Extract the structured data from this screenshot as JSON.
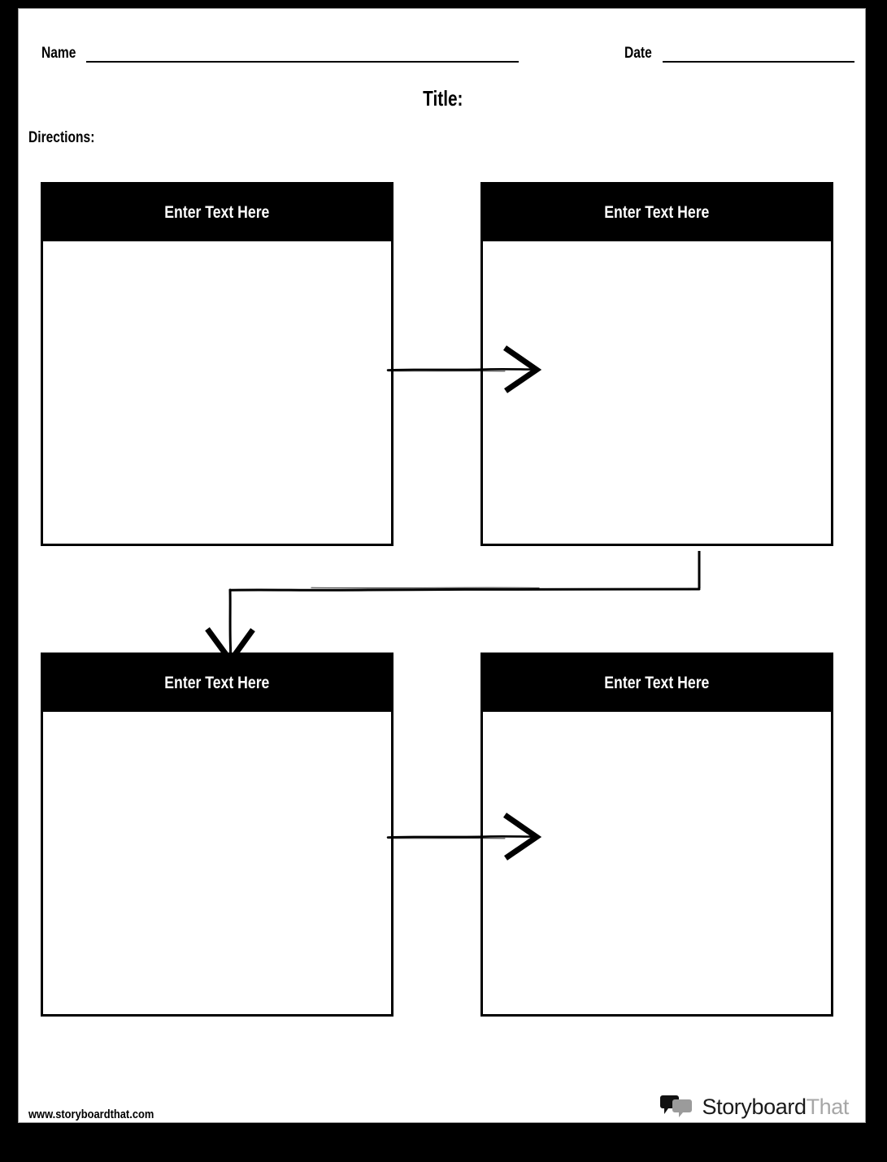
{
  "page": {
    "background_color": "#000000",
    "sheet_color": "#ffffff",
    "accent_color": "#000000"
  },
  "header": {
    "name_label": "Name",
    "date_label": "Date",
    "title_label": "Title:",
    "directions_label": "Directions:"
  },
  "cells": [
    {
      "id": "cell-1",
      "header": "Enter Text Here",
      "body": ""
    },
    {
      "id": "cell-2",
      "header": "Enter Text Here",
      "body": ""
    },
    {
      "id": "cell-3",
      "header": "Enter Text Here",
      "body": ""
    },
    {
      "id": "cell-4",
      "header": "Enter Text Here",
      "body": ""
    }
  ],
  "connectors": [
    {
      "id": "arrow-1",
      "from": "cell-1",
      "to": "cell-2",
      "style": "hand-drawn-straight-right"
    },
    {
      "id": "arrow-bend",
      "from": "cell-2",
      "to": "cell-3",
      "style": "hand-drawn-bent-down-left"
    },
    {
      "id": "arrow-2",
      "from": "cell-3",
      "to": "cell-4",
      "style": "hand-drawn-straight-right"
    }
  ],
  "footer": {
    "url": "www.storyboardthat.com",
    "brand_primary": "Storyboard",
    "brand_secondary": "That",
    "brand_icon": "speech-bubbles-icon"
  }
}
